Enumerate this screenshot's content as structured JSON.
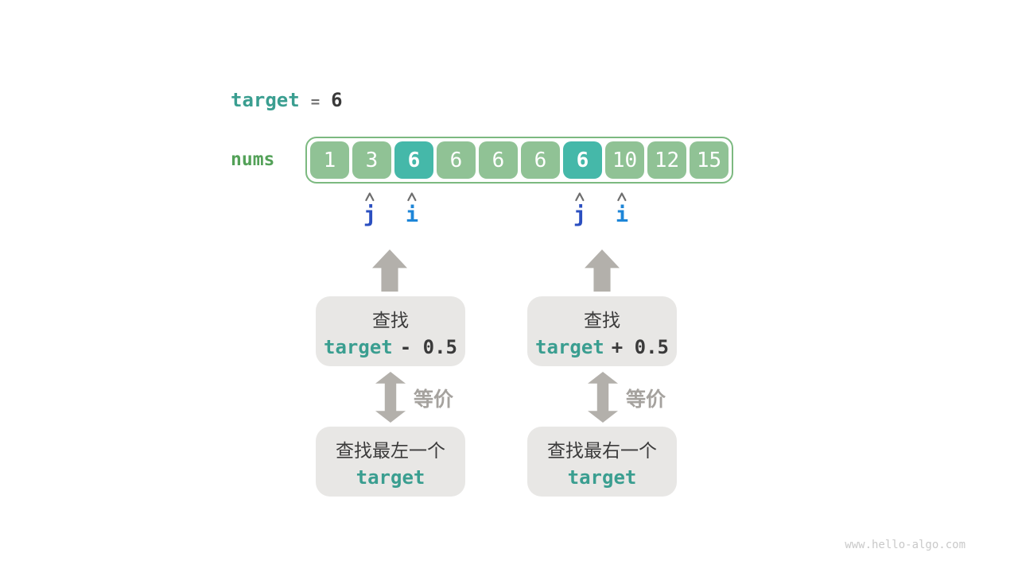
{
  "page": {
    "watermark": "www.hello-algo.com"
  },
  "header": {
    "target_label": "target",
    "equals": "=",
    "target_value": "6"
  },
  "array": {
    "label": "nums",
    "cells": [
      {
        "value": "1",
        "highlight": false
      },
      {
        "value": "3",
        "highlight": false
      },
      {
        "value": "6",
        "highlight": true
      },
      {
        "value": "6",
        "highlight": false
      },
      {
        "value": "6",
        "highlight": false
      },
      {
        "value": "6",
        "highlight": false
      },
      {
        "value": "6",
        "highlight": true
      },
      {
        "value": "10",
        "highlight": false
      },
      {
        "value": "12",
        "highlight": false
      },
      {
        "value": "15",
        "highlight": false
      }
    ]
  },
  "pointers": {
    "left": [
      {
        "name": "j",
        "cell_index": 1
      },
      {
        "name": "i",
        "cell_index": 2
      }
    ],
    "right": [
      {
        "name": "j",
        "cell_index": 6
      },
      {
        "name": "i",
        "cell_index": 7
      }
    ]
  },
  "flow": {
    "left": {
      "search_box": {
        "line1": "查找",
        "code_keyword": "target",
        "code_op": "- 0.5"
      },
      "equiv_label": "等价",
      "bottom_box": {
        "line1": "查找最左一个",
        "code_keyword": "target"
      }
    },
    "right": {
      "search_box": {
        "line1": "查找",
        "code_keyword": "target",
        "code_op": "+ 0.5"
      },
      "equiv_label": "等价",
      "bottom_box": {
        "line1": "查找最右一个",
        "code_keyword": "target"
      }
    }
  },
  "colors": {
    "teal_keyword": "#3a9e90",
    "nums_green": "#53a158",
    "cell_green": "#90c295",
    "cell_highlight_teal": "#45b8a9",
    "array_border_green": "#7cb980",
    "box_bg": "#e8e7e5",
    "arrow_gray": "#b3b0ab",
    "equiv_label_gray": "#a5a29e",
    "pointer_j_blue": "#2b4fc0",
    "pointer_i_blue": "#1e86d8",
    "text_dark": "#3a3a3a",
    "watermark_gray": "#c9c9c9"
  }
}
